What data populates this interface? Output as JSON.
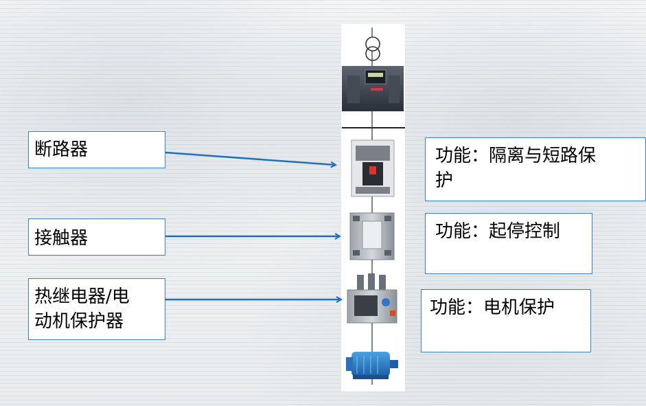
{
  "boxes": {
    "breaker": "断路器",
    "contactor": "接触器",
    "thermal_line1": "热继电器/电",
    "thermal_line2": "动机保护器",
    "func1_line1": "功能：隔离与短路保",
    "func1_line2": "护",
    "func2": "功能：起停控制",
    "func3": "功能：电机保护"
  },
  "colors": {
    "arrow": "#1f6fbf",
    "box_border": "#3f7fbf"
  }
}
